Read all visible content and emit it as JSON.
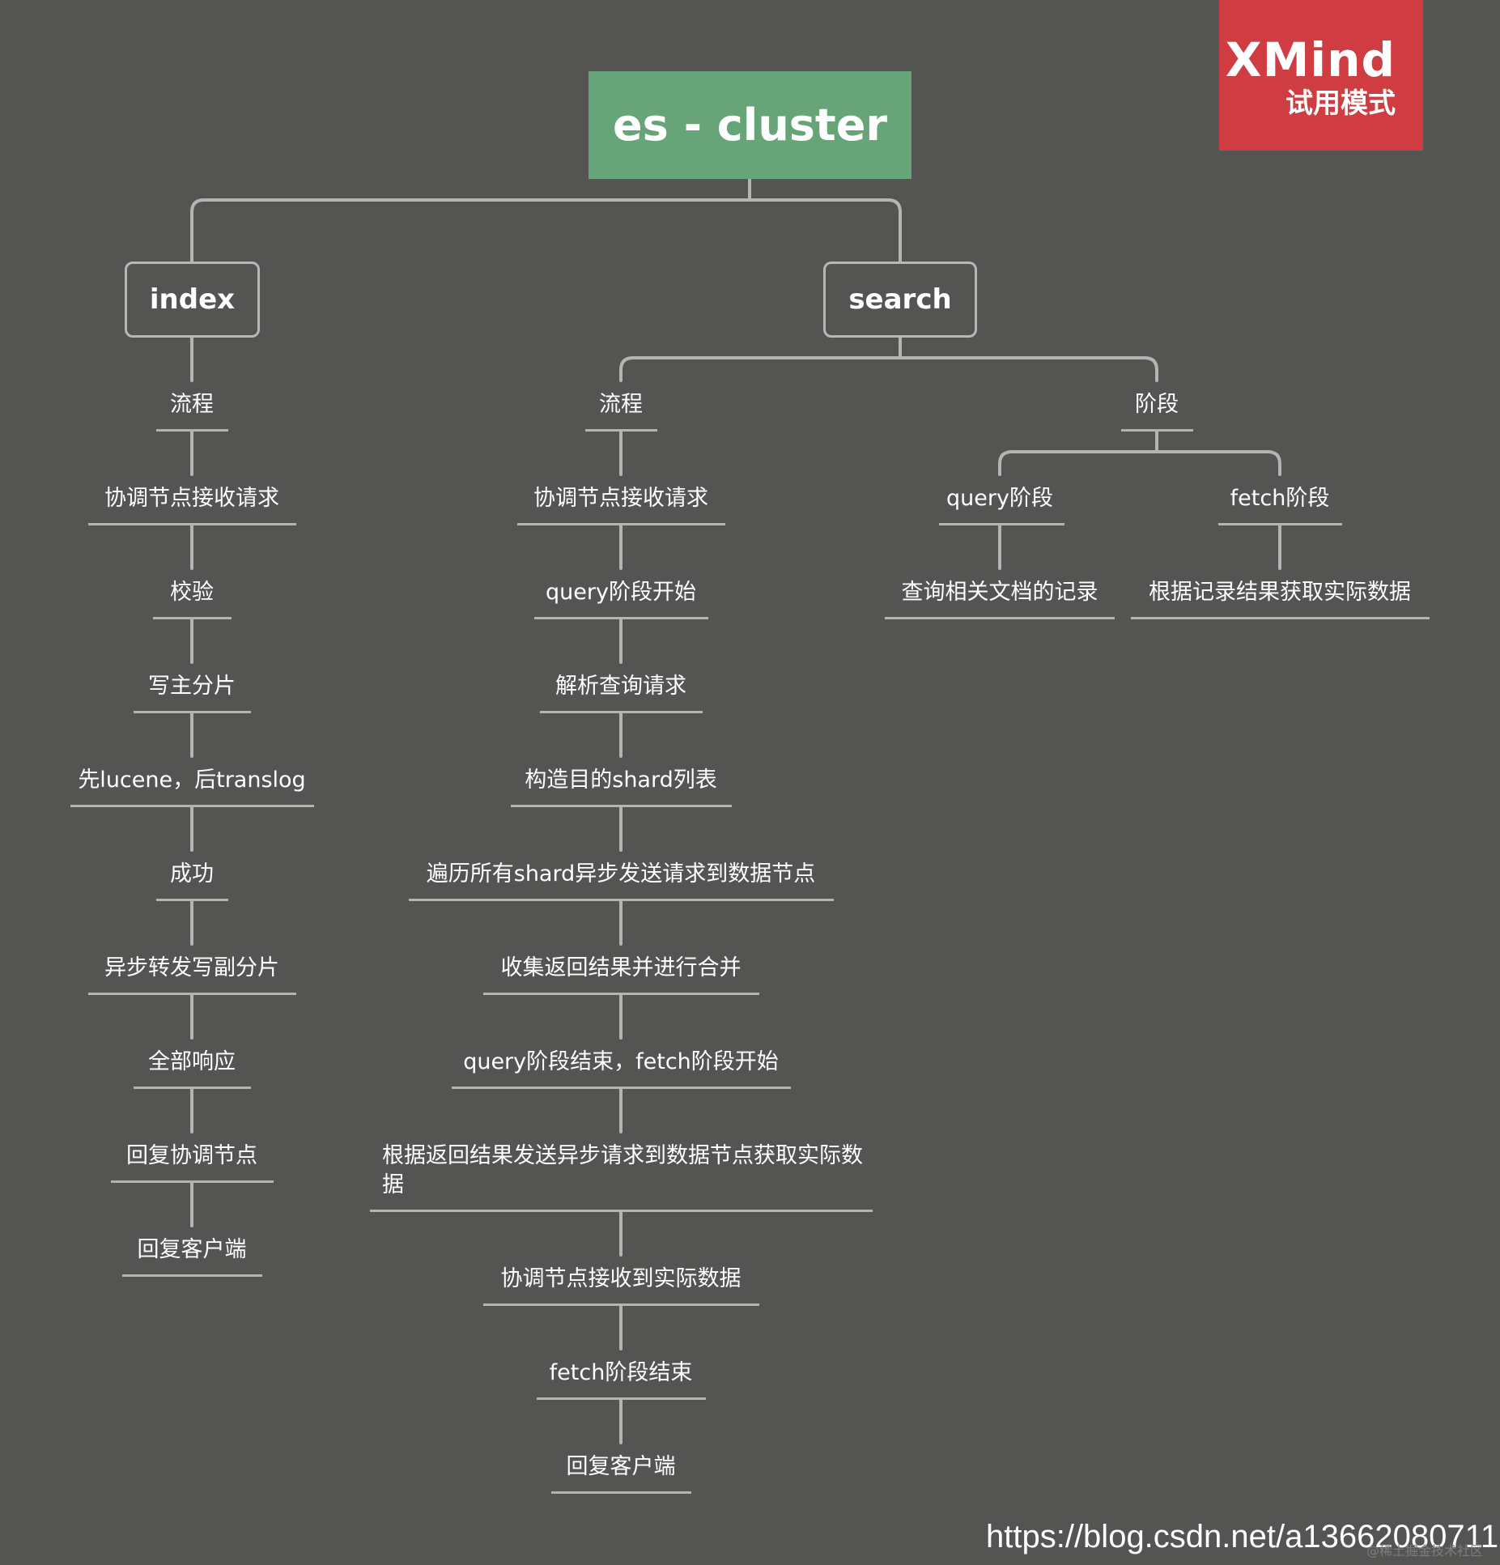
{
  "root_title": "es - cluster",
  "branches": {
    "index": "index",
    "search": "search"
  },
  "index_steps": [
    "流程",
    "协调节点接收请求",
    "校验",
    "写主分片",
    "先lucene，后translog",
    "成功",
    "异步转发写副分片",
    "全部响应",
    "回复协调节点",
    "回复客户端"
  ],
  "search_flow_steps": [
    "流程",
    "协调节点接收请求",
    "query阶段开始",
    "解析查询请求",
    "构造目的shard列表",
    "遍历所有shard异步发送请求到数据节点",
    "收集返回结果并进行合并",
    "query阶段结束，fetch阶段开始",
    "根据返回结果发送异步请求到数据节点获取实际数据",
    "协调节点接收到实际数据",
    "fetch阶段结束",
    "回复客户端"
  ],
  "search_phases": {
    "label": "阶段",
    "query": {
      "label": "query阶段",
      "detail": "查询相关文档的记录"
    },
    "fetch": {
      "label": "fetch阶段",
      "detail": "根据记录结果获取实际数据"
    }
  },
  "badge": {
    "brand": "XMind",
    "mode": "试用模式"
  },
  "footer": {
    "url": "https://blog.csdn.net/a13662080711",
    "watermark": "@稀土掘金技术社区"
  },
  "colors": {
    "background": "#545553",
    "root_fill": "#67a477",
    "connector": "#b4b4b3",
    "badge_fill": "#cf3d42",
    "text": "#ffffff"
  }
}
